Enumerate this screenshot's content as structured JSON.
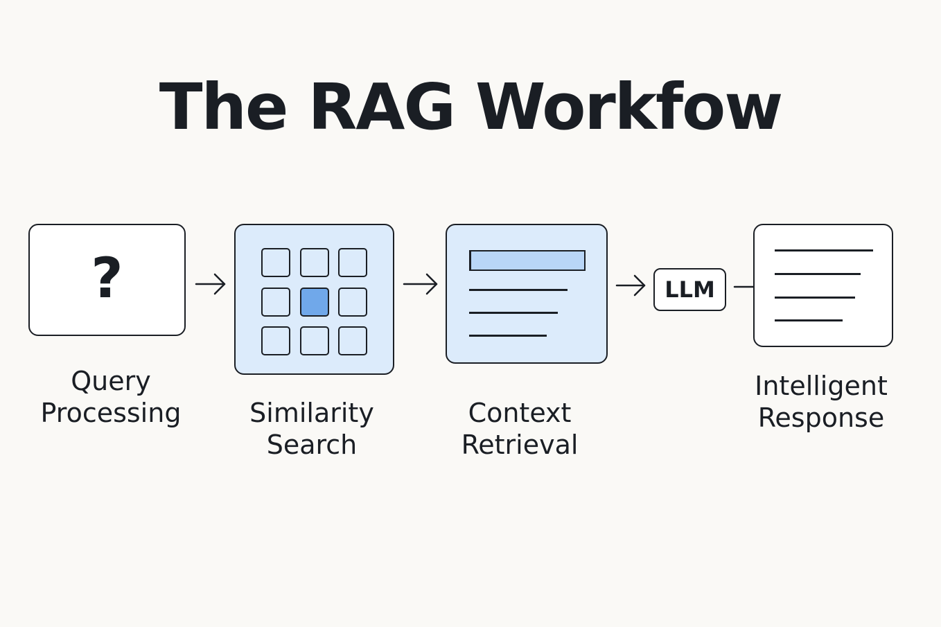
{
  "title": "The RAG Workfow",
  "steps": [
    {
      "id": "query",
      "label": "Query\nProcessing",
      "icon": "question-mark-icon",
      "glyph": "?"
    },
    {
      "id": "similarity",
      "label": "Similarity\nSearch",
      "icon": "vector-grid-icon"
    },
    {
      "id": "context",
      "label": "Context\nRetrieval",
      "icon": "document-lines-icon"
    },
    {
      "id": "llm",
      "label": "LLM"
    },
    {
      "id": "response",
      "label": "Intelligent\nResponse",
      "icon": "text-lines-icon"
    }
  ],
  "colors": {
    "background": "#faf9f6",
    "stroke": "#1a1e24",
    "box_fill_blue": "#dcebfb",
    "highlight_blue": "#70a8ea"
  }
}
